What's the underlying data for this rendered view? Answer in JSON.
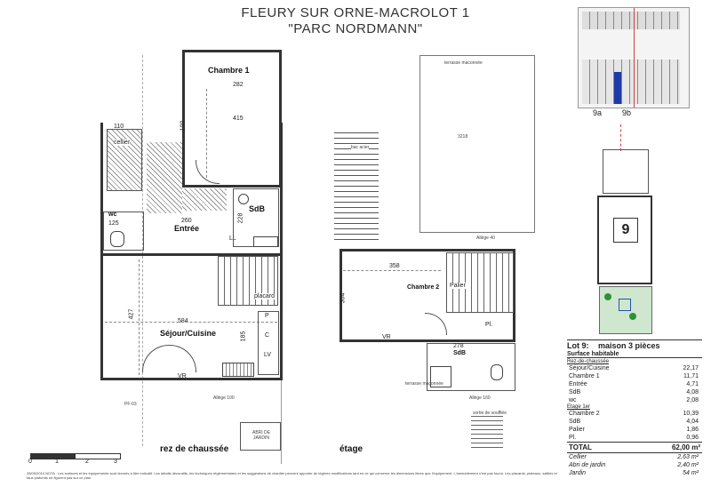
{
  "header": {
    "line1": "FLEURY SUR ORNE-MACROLOT 1",
    "line2": "\"PARC NORDMANN\""
  },
  "ground_floor": {
    "caption": "rez de chaussée",
    "rooms": {
      "chambre1": "Chambre 1",
      "cellier": "cellier",
      "sdb": "SdB",
      "entree": "Entrée",
      "wc": "wc",
      "sejour": "Séjour/Cuisine",
      "placard": "placard"
    },
    "dims": {
      "d282": "282",
      "d415": "415",
      "d110": "110",
      "d125": "125",
      "d100": "100",
      "d260": "260",
      "d228": "228",
      "d584": "584",
      "d427": "427",
      "d185": "185"
    },
    "labels": {
      "vr": "VR",
      "ll": "LL",
      "lv": "LV",
      "c": "C",
      "p": "P",
      "allege": "Allège 100",
      "pf": "PF-03",
      "abri": "ABRI DE JARDIN"
    }
  },
  "upper_floor": {
    "caption": "étage",
    "rooms": {
      "chambre2": "Chambre 2",
      "palier": "Palier",
      "pl": "Pl.",
      "sdb": "SdB"
    },
    "dims": {
      "d358": "358",
      "d304": "304",
      "d278": "278",
      "d3218": "3218"
    },
    "labels": {
      "terrasse_top": "terrasse maconnée",
      "terrasse_bottom": "terrasse maçonnée",
      "bacacier": "bac acier",
      "vr": "VR",
      "allege160": "Allège 160",
      "allege40": "Allège 40",
      "sortie": "sortie de soufflée"
    }
  },
  "scale": {
    "ticks": [
      "0",
      "1",
      "2",
      "3"
    ]
  },
  "footer_note": "28/05/2014  NOTA : Les surfaces et les équipements sont donnés à titre indicatif. Les détails décoratifs, les techniques réglementaires et les suggestions de chantier peuvent apporter de légères modifications tant en ce qui concerne les dimensions libres que l'équipement. L'ameublement n'est pas fourni. Les placards, plateaux, saillies et faux plafonds ne figurent pas sur ce plan.",
  "site_plan": {
    "lot_tags": [
      "9a",
      "9b"
    ],
    "lot_number": "9"
  },
  "summary": {
    "lot": "Lot 9:",
    "type": "maison 3 pièces",
    "surface_title": "Surface habitable",
    "ground_title": "Rez-de-chaussée",
    "ground_rows": [
      {
        "label": "Séjour/Cuisine",
        "value": "22,17"
      },
      {
        "label": "Chambre 1",
        "value": "11,71"
      },
      {
        "label": "Entrée",
        "value": "4,71"
      },
      {
        "label": "SdB",
        "value": "4,08"
      },
      {
        "label": "wc",
        "value": "2,08"
      }
    ],
    "upper_title": "Etage 1er",
    "upper_rows": [
      {
        "label": "Chambre 2",
        "value": "10,39"
      },
      {
        "label": "SdB",
        "value": "4,04"
      },
      {
        "label": "Palier",
        "value": "1,86"
      },
      {
        "label": "Pl.",
        "value": "0,96"
      }
    ],
    "total_label": "TOTAL",
    "total_value": "62,00 m²",
    "extra_rows": [
      {
        "label": "Cellier",
        "value": "2,63 m²"
      },
      {
        "label": "Abri de jardin",
        "value": "2,40 m²"
      },
      {
        "label": "Jardin",
        "value": "54 m²"
      }
    ]
  }
}
